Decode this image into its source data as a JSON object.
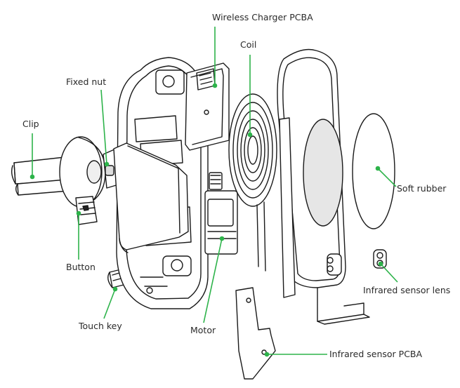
{
  "labels": {
    "wireless_charger_pcba": "Wireless Charger PCBA",
    "coil": "Coil",
    "fixed_nut": "Fixed nut",
    "clip": "Clip",
    "soft_rubber": "Soft rubber",
    "button": "Button",
    "infrared_sensor_lens": "Infrared sensor lens",
    "touch_key": "Touch key",
    "motor": "Motor",
    "infrared_sensor_pcba": "Infrared sensor PCBA"
  },
  "colors": {
    "leader_line": "#2db34a",
    "outline": "#1a1a1a",
    "light_fill": "#ffffff",
    "shade_fill": "#e6e6e6"
  }
}
